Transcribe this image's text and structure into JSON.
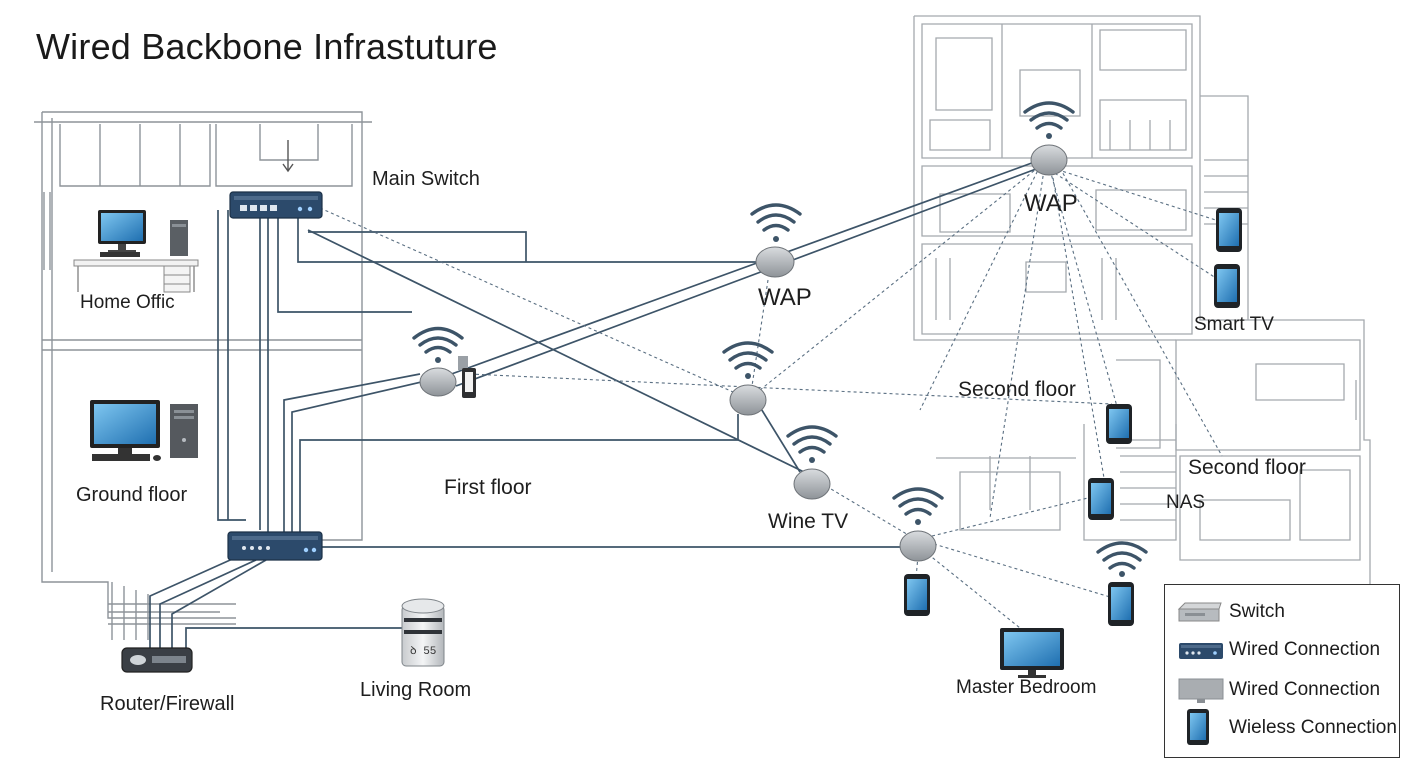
{
  "title": "Wired Backbone Infrastuture",
  "labels": {
    "main_switch": "Main Switch",
    "home_office": "Home Offic",
    "ground_floor": "Ground floor",
    "first_floor": "First floor",
    "router_firewall": "Router/Firewall",
    "living_room": "Living Room",
    "wap_middle": "WAP",
    "wap_top": "WAP",
    "wine_tv": "Wine TV",
    "smart_tv": "Smart TV",
    "second_floor_a": "Second floor",
    "second_floor_b": "Second floor",
    "nas": "NAS",
    "master_bedroom": "Master Bedroom",
    "nas_disk_text": "ꝺ 55"
  },
  "legend": [
    {
      "icon": "switch-icon",
      "label": "Switch"
    },
    {
      "icon": "wired-switch-icon",
      "label": "Wired Connection"
    },
    {
      "icon": "gray-device-icon",
      "label": "Wired Connection"
    },
    {
      "icon": "phone-icon",
      "label": "Wieless Connection"
    }
  ],
  "colors": {
    "wire": "#3d5468",
    "wireless": "#5a6f82",
    "floorplan": "#9aa0a6",
    "device_blue": "#2f6aa6",
    "wap_gray": "#a9adb1",
    "switch_navy": "#2c4a6b"
  }
}
